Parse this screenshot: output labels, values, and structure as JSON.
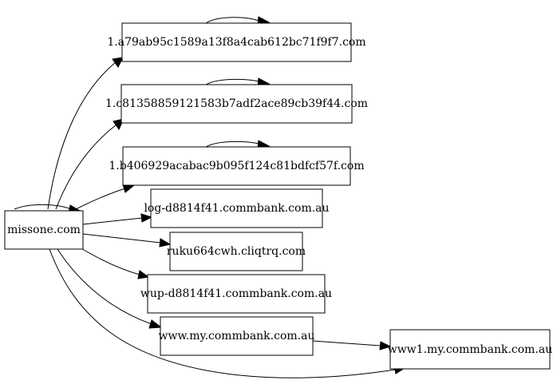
{
  "nodes": {
    "root": "missone.com",
    "n1": "1.a79ab95c1589a13f8a4cab612bc71f9f7.com",
    "n2": "1.c81358859121583b7adf2ace89cb39f44.com",
    "n3": "1.b406929acabac9b095f124c81bdfcf57f.com",
    "n4": "log-d8814f41.commbank.com.au",
    "n5": "ruku664cwh.cliqtrq.com",
    "n6": "wup-d8814f41.commbank.com.au",
    "n7": "www.my.commbank.com.au",
    "n8": "www1.my.commbank.com.au"
  }
}
